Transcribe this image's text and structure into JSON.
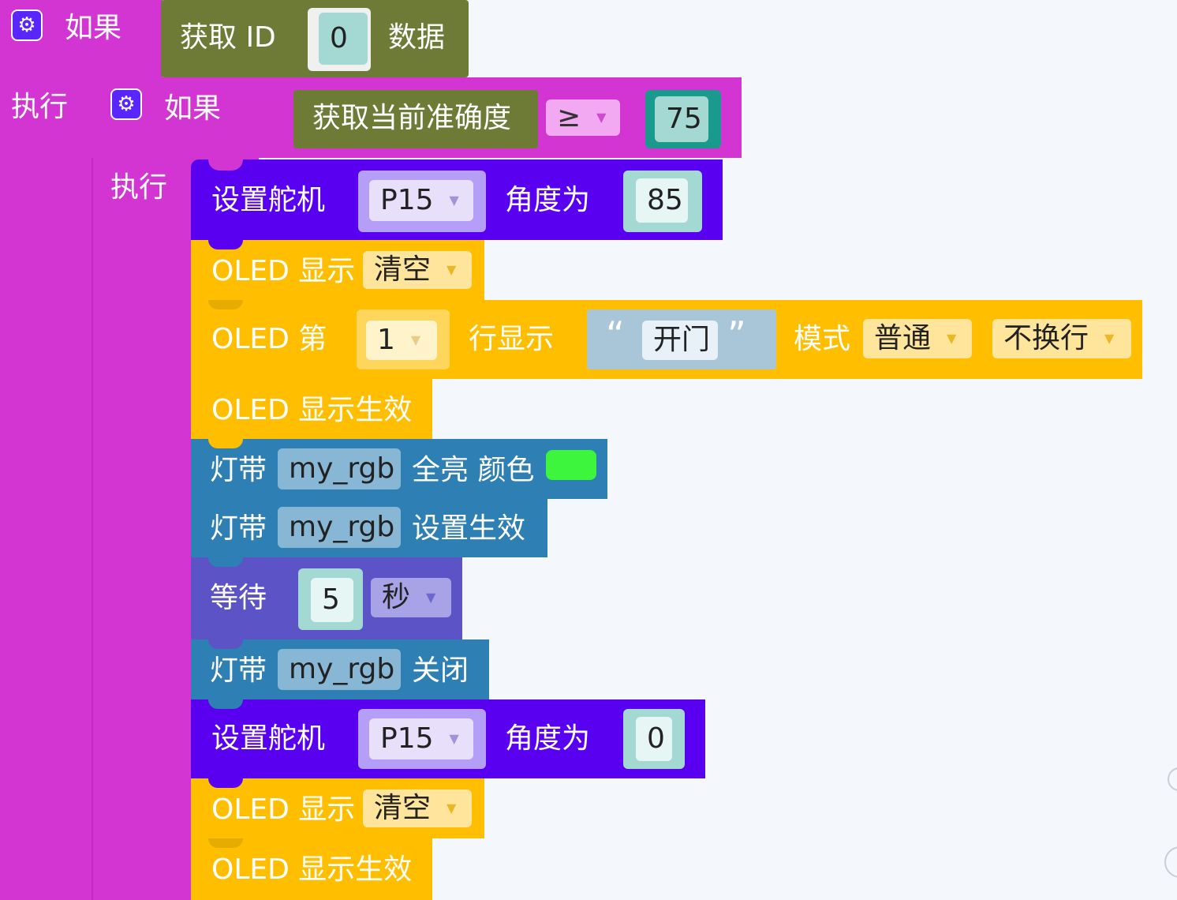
{
  "outer_if": {
    "label": "如果",
    "do_label": "执行",
    "cond": {
      "prefix": "获取 ID",
      "id_value": "0",
      "suffix": "数据"
    }
  },
  "inner_if": {
    "label": "如果",
    "do_label": "执行",
    "cond": {
      "getter": "获取当前准确度",
      "operator": "≥",
      "value": "75"
    }
  },
  "servo1": {
    "label": "设置舵机",
    "pin": "P15",
    "angle_label": "角度为",
    "angle": "85"
  },
  "oled_clear1": {
    "label": "OLED 显示",
    "option": "清空"
  },
  "oled_line": {
    "label": "OLED 第",
    "line": "1",
    "show_label": "行显示",
    "open_quote": "“",
    "text": "开门",
    "close_quote": "”",
    "mode_label": "模式",
    "mode": "普通",
    "wrap": "不换行"
  },
  "oled_apply1": {
    "label": "OLED 显示生效"
  },
  "strip_color": {
    "label": "灯带",
    "name": "my_rgb",
    "action": "全亮 颜色",
    "color": "#3cf53c"
  },
  "strip_apply": {
    "label": "灯带",
    "name": "my_rgb",
    "action": "设置生效"
  },
  "wait": {
    "label": "等待",
    "value": "5",
    "unit": "秒"
  },
  "strip_off": {
    "label": "灯带",
    "name": "my_rgb",
    "action": "关闭"
  },
  "servo2": {
    "label": "设置舵机",
    "pin": "P15",
    "angle_label": "角度为",
    "angle": "0"
  },
  "oled_clear2": {
    "label": "OLED 显示",
    "option": "清空"
  },
  "oled_apply2": {
    "label": "OLED 显示生效"
  },
  "colors": {
    "control": "#d335d3",
    "sensor": "#6e7b37",
    "servo": "#5a00f0",
    "oled": "#ffbf00",
    "strip": "#2e7fb3",
    "wait": "#5b53c6",
    "number_field": "#a4d9d3",
    "text_block": "#a9c6d9"
  }
}
